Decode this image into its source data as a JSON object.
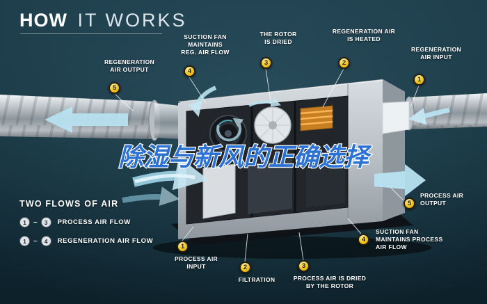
{
  "title": {
    "word1": "HOW",
    "word2": "IT WORKS"
  },
  "overlay_text": "除湿与新风的正确选择",
  "callouts_top": [
    {
      "num": "5",
      "label": "REGENERATION\nAIR OUTPUT"
    },
    {
      "num": "4",
      "label": "SUCTION FAN\nMAINTAINS\nREG. AIR FLOW"
    },
    {
      "num": "3",
      "label": "THE ROTOR\nIS DRIED"
    },
    {
      "num": "2",
      "label": "REGENERATION AIR\nIS HEATED"
    },
    {
      "num": "1",
      "label": "REGENERATION\nAIR INPUT"
    }
  ],
  "callouts_bottom": [
    {
      "num": "1",
      "label": "PROCESS AIR\nINPUT"
    },
    {
      "num": "2",
      "label": "FILTRATION"
    },
    {
      "num": "3",
      "label": "PROCESS AIR IS DRIED\nBY THE ROTOR"
    },
    {
      "num": "4",
      "label": "SUCTION FAN\nMAINTAINS PROCESS\nAIR FLOW"
    },
    {
      "num": "5",
      "label": "PROCESS AIR\nOUTPUT"
    }
  ],
  "legend": {
    "heading": "TWO FLOWS OF AIR",
    "separator": "–",
    "items": [
      {
        "from": "1",
        "to": "3",
        "label": "PROCESS AIR FLOW"
      },
      {
        "from": "1",
        "to": "4",
        "label": "REGENERATION AIR FLOW"
      }
    ]
  },
  "colors": {
    "background": "#15313d",
    "badge_yellow": "#f4c41c",
    "arrow_blue": "#b9e3f2",
    "overlay_blue": "#2b72d4",
    "heater_orange": "#c87f24"
  }
}
